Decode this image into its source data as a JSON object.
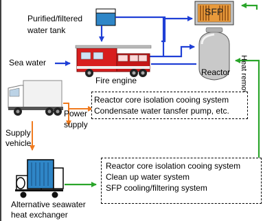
{
  "labels": {
    "tank_line1": "Purified/filtered",
    "tank_line2": "water tank",
    "sea_water": "Sea water",
    "fire_engine": "Fire engine",
    "sfp": "SFP",
    "reactor": "Reactor",
    "heat_removal": "Heat removal",
    "power_supply_line1": "Power",
    "power_supply_line2": "supply",
    "supply_vehicle_line1": "Supply",
    "supply_vehicle_line2": "vehicle",
    "hx_line1": "Alternative seawater",
    "hx_line2": "heat exchanger"
  },
  "box1": [
    "Reactor core isolation cooing system",
    "Condensate water tansfer pump, etc."
  ],
  "box2": [
    "Reactor core isolation cooing system",
    "Clean up water system",
    "SFP cooling/filtering system"
  ],
  "colors": {
    "water_flow": "#1f3fd6",
    "power_flow": "#f07a1e",
    "heat_flow": "#2aa52a",
    "engine_red": "#d81e1e",
    "tank_fill": "#2f86c7"
  }
}
